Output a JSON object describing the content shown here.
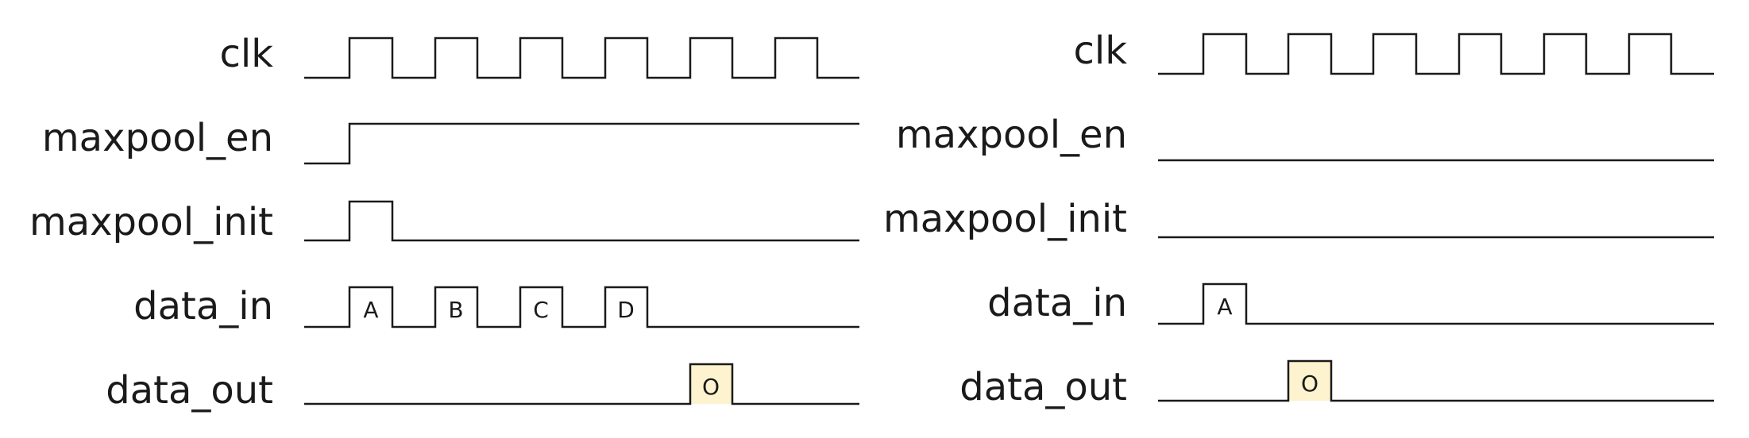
{
  "diagrams": [
    {
      "signals": [
        {
          "label": "clk",
          "type": "clock"
        },
        {
          "label": "maxpool_en",
          "type": "step"
        },
        {
          "label": "maxpool_init",
          "type": "pulse"
        },
        {
          "label": "data_in",
          "type": "data",
          "values": [
            "A",
            "B",
            "C",
            "D"
          ]
        },
        {
          "label": "data_out",
          "type": "data",
          "values": [
            "O"
          ]
        }
      ]
    },
    {
      "signals": [
        {
          "label": "clk",
          "type": "clock"
        },
        {
          "label": "maxpool_en",
          "type": "low"
        },
        {
          "label": "maxpool_init",
          "type": "low"
        },
        {
          "label": "data_in",
          "type": "data",
          "values": [
            "A"
          ]
        },
        {
          "label": "data_out",
          "type": "data",
          "values": [
            "O"
          ]
        }
      ]
    }
  ],
  "colors": {
    "line": "#1a1a1a",
    "highlight_fill": "#fdf3cf",
    "background": "#ffffff"
  }
}
